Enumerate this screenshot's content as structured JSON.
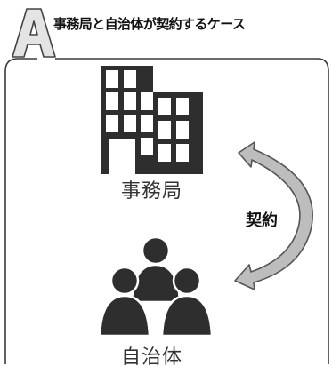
{
  "header": {
    "badge_letter": "A",
    "title": "事務局と自治体が契約するケース"
  },
  "nodes": {
    "office": {
      "label": "事務局",
      "icon": "office-building-icon"
    },
    "municipality": {
      "label": "自治体",
      "icon": "people-group-icon"
    }
  },
  "relation": {
    "label": "契約",
    "icon": "double-headed-curved-arrow-icon"
  },
  "colors": {
    "ink": "#2e2e2e",
    "frame": "#3a3a3a",
    "arrow_fill": "#bdbdbd",
    "arrow_stroke": "#555555"
  }
}
